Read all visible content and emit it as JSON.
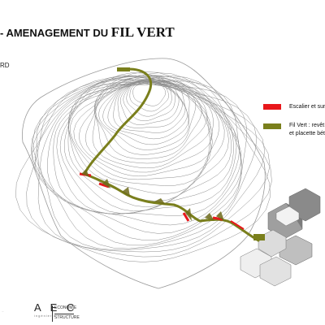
{
  "header": {
    "title_prefix": "- AMENAGEMENT DU",
    "title_main": "FIL VERT",
    "subtitle": "RD"
  },
  "legend": [
    {
      "label_lines": [
        "Escalier et sur"
      ],
      "color": "#e8171b"
    },
    {
      "label_lines": [
        "Fil Vert : revêt",
        "et placette bét"
      ],
      "color": "#7a7f1c"
    }
  ],
  "footer": {
    "small_text": "...",
    "logo_text": "A E C",
    "logo_subtext": "ingénierie",
    "logo_lines": [
      "ECONOMIE",
      "STRUCTURE"
    ]
  }
}
